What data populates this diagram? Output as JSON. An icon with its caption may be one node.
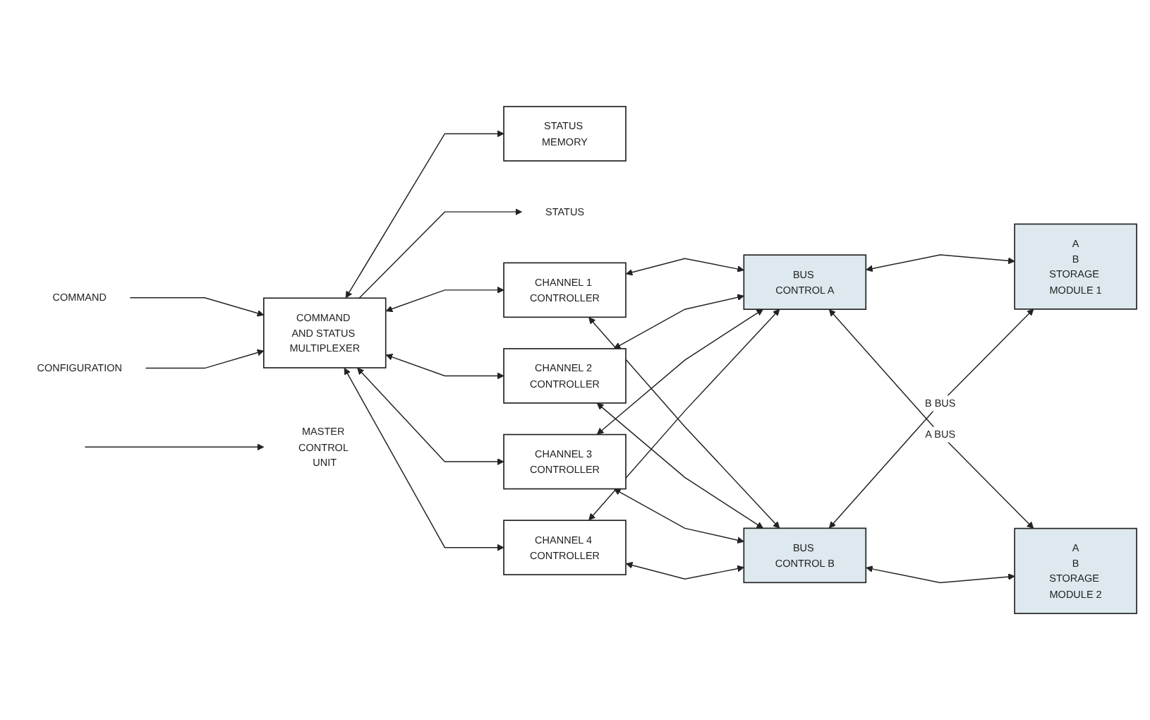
{
  "diagram": {
    "nodes": [
      {
        "text": [
          "STATUS MEMORY"
        ]
      },
      {
        "text": [
          "COMMAND AND STATUS MULTIPLEXER"
        ]
      },
      {
        "text": [
          "COMMAND"
        ]
      },
      {
        "text": [
          "STATUS"
        ]
      },
      {
        "text": [
          "CONFIGURATION"
        ]
      },
      {
        "text": [
          "CHANNEL 1 CONTROLLER"
        ]
      },
      {
        "text": [
          "CHANNEL 2 CONTROLLER"
        ]
      },
      {
        "text": [
          "CHANNEL 3 CONTROLLER"
        ]
      },
      {
        "text": [
          "CHANNEL 4 CONTROLLER"
        ]
      },
      {
        "text": [
          "BUS CONTROL A"
        ]
      },
      {
        "text": [
          "BUS CONTROL B"
        ]
      },
      {
        "text": [
          "MASTER CONTROL UNIT"
        ]
      },
      {
        "text": [
          "A",
          "B",
          "STORAGE MODULE 1"
        ]
      },
      {
        "text": [
          "A",
          "B",
          "STORAGE MODULE 2"
        ]
      }
    ],
    "edges": [
      {
        "from": 1,
        "to": 0,
        "arrow": "both"
      },
      {
        "from": 2,
        "to": 1,
        "arrow": "to"
      },
      {
        "from": 1,
        "to": 3,
        "arrow": "to"
      },
      {
        "from": 4,
        "to": 1,
        "arrow": "to"
      },
      {
        "from": 1,
        "to": 5,
        "arrow": "both"
      },
      {
        "from": 1,
        "to": 6,
        "arrow": "both"
      },
      {
        "from": 1,
        "to": 7,
        "arrow": "both"
      },
      {
        "from": 1,
        "to": 8,
        "arrow": "both"
      },
      {
        "from": 5,
        "to": 9,
        "arrow": "both"
      },
      {
        "from": 6,
        "to": 9,
        "arrow": "both"
      },
      {
        "from": 7,
        "to": 9,
        "arrow": "both"
      },
      {
        "from": 8,
        "to": 9,
        "arrow": "both"
      },
      {
        "from": 5,
        "to": 10,
        "arrow": "both"
      },
      {
        "from": 6,
        "to": 10,
        "arrow": "both"
      },
      {
        "from": 7,
        "to": 10,
        "arrow": "both"
      },
      {
        "from": 8,
        "to": 10,
        "arrow": "both"
      },
      {
        "from": 9,
        "to": 12,
        "arrow": "both"
      },
      {
        "from": 9,
        "to": 13,
        "arrow": "both",
        "label": "A BUS"
      },
      {
        "from": 10,
        "to": 12,
        "arrow": "both",
        "label": "B BUS"
      },
      {
        "from": 10,
        "to": 13,
        "arrow": "both"
      },
      {
        "from": null,
        "to": 11,
        "arrow": "to"
      }
    ]
  }
}
